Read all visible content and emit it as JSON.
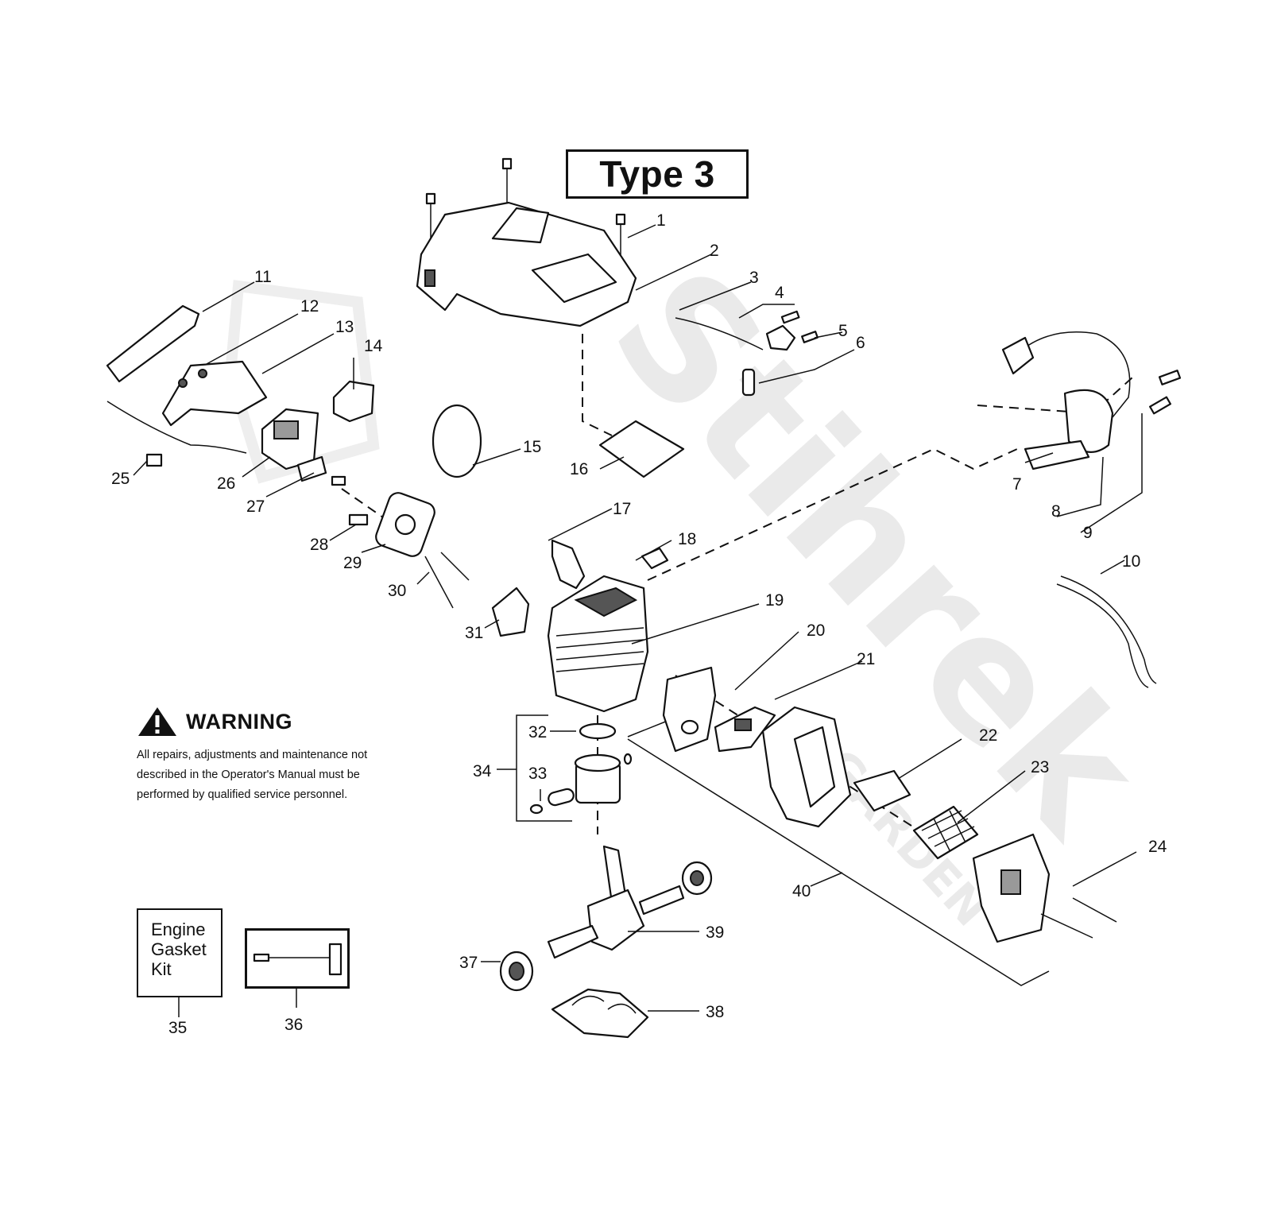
{
  "title": "Type 3",
  "watermark": {
    "main": "Stihrek",
    "sub": "GARDEN"
  },
  "warning": {
    "heading": "WARNING",
    "text": "All repairs, adjustments and maintenance not described in the Operator's Manual must be performed by qualified  service personnel."
  },
  "kit_box": {
    "lines": [
      "Engine",
      "Gasket",
      "Kit"
    ]
  },
  "part_numbers": [
    "1",
    "2",
    "3",
    "4",
    "5",
    "6",
    "7",
    "8",
    "9",
    "10",
    "11",
    "12",
    "13",
    "14",
    "15",
    "16",
    "17",
    "18",
    "19",
    "20",
    "21",
    "22",
    "23",
    "24",
    "25",
    "26",
    "27",
    "28",
    "29",
    "30",
    "31",
    "32",
    "33",
    "34",
    "35",
    "36",
    "37",
    "38",
    "39",
    "40"
  ]
}
